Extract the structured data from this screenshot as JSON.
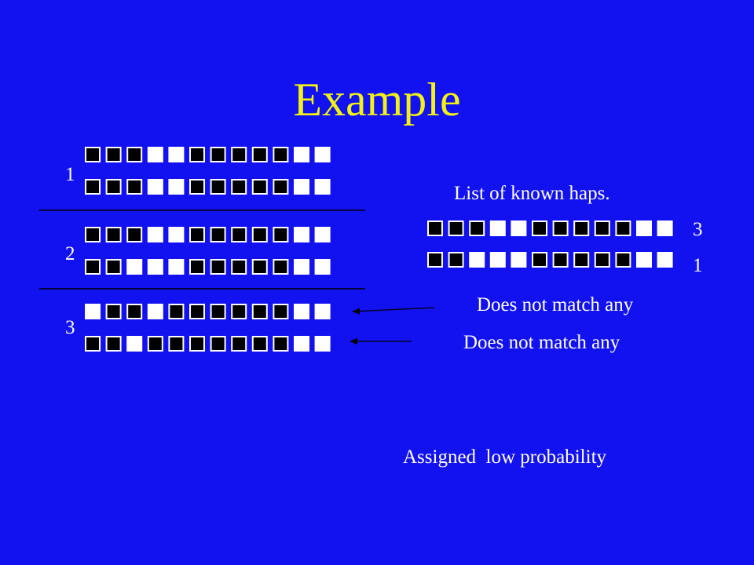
{
  "title": "Example",
  "group_labels": [
    "1",
    "2",
    "3"
  ],
  "groups": [
    [
      [
        1,
        1,
        1,
        0,
        0,
        1,
        1,
        1,
        1,
        1,
        0,
        0
      ],
      [
        1,
        1,
        1,
        0,
        0,
        1,
        1,
        1,
        1,
        1,
        0,
        0
      ]
    ],
    [
      [
        1,
        1,
        1,
        0,
        0,
        1,
        1,
        1,
        1,
        1,
        0,
        0
      ],
      [
        1,
        1,
        0,
        0,
        0,
        1,
        1,
        1,
        1,
        1,
        0,
        0
      ]
    ],
    [
      [
        0,
        1,
        1,
        0,
        1,
        1,
        1,
        1,
        1,
        1,
        0,
        0
      ],
      [
        1,
        1,
        0,
        1,
        1,
        1,
        1,
        1,
        1,
        1,
        0,
        0
      ]
    ]
  ],
  "known_haps_title": "List of known haps.",
  "known_haps": [
    {
      "pattern": [
        1,
        1,
        1,
        0,
        0,
        1,
        1,
        1,
        1,
        1,
        0,
        0
      ],
      "count": "3"
    },
    {
      "pattern": [
        1,
        1,
        0,
        0,
        0,
        1,
        1,
        1,
        1,
        1,
        0,
        0
      ],
      "count": "1"
    }
  ],
  "annotations": [
    "Does not match any",
    "Does not match any"
  ],
  "footer": "Assigned  low probability",
  "colors": {
    "background": "#1212f0",
    "title": "#f2f214",
    "text": "#ffffff",
    "filled_cell": "#000000",
    "empty_cell": "#ffffff"
  }
}
